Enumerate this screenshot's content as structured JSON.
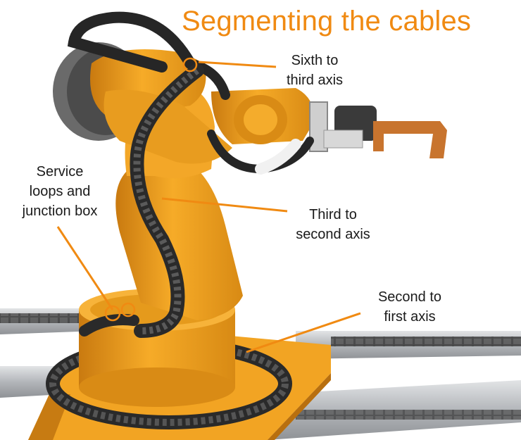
{
  "title": "Segmenting the cables",
  "labels": {
    "sixth_to_third": [
      "Sixth to",
      "third axis"
    ],
    "service_loops": [
      "Service",
      "loops and",
      "junction box"
    ],
    "third_to_second": [
      "Third to",
      "second axis"
    ],
    "second_to_first": [
      "Second to",
      "first axis"
    ]
  },
  "colors": {
    "accent": "#f08a12",
    "robot_orange": "#f0a020",
    "robot_shadow": "#c27812",
    "cable_dark": "#2b2b2b",
    "rail_gray": "#b9bcc0",
    "leader_line": "#f08a12"
  }
}
